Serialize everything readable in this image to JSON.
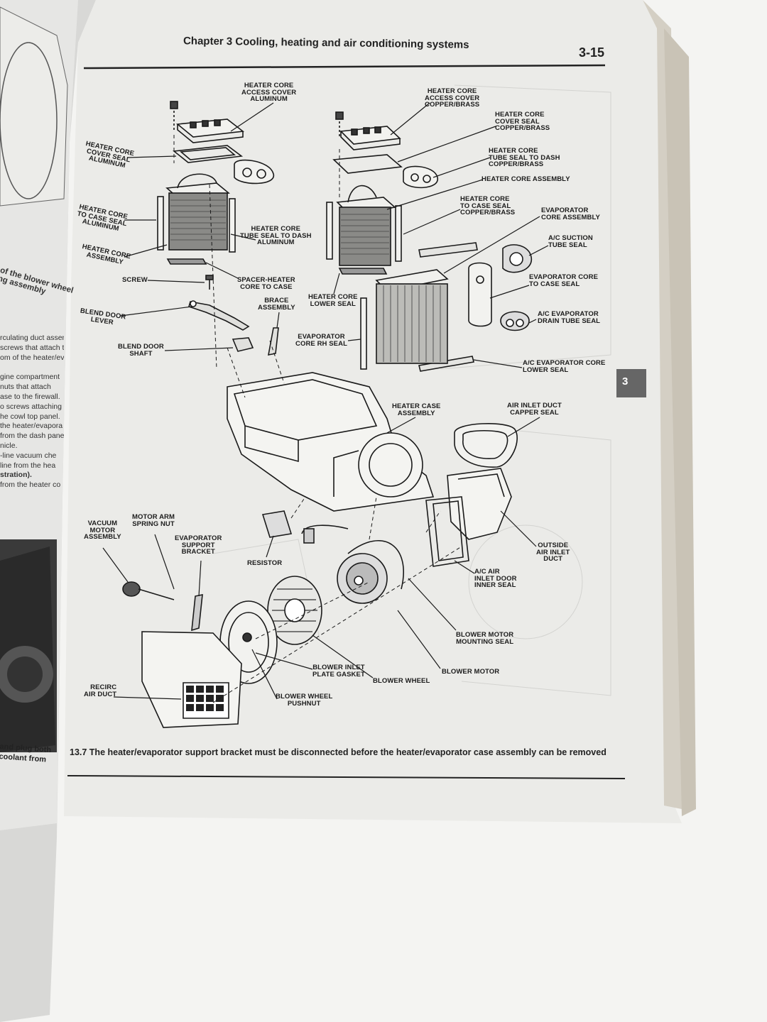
{
  "header": {
    "chapter": "Chapter 3   Cooling, heating and air conditioning systems",
    "page_number": "3-15"
  },
  "side_tab": "3",
  "caption": "13.7 The heater/evaporator support bracket must be disconnected before the heater/evaporator case assembly can be removed",
  "labels": {
    "hc_access_cover_al": [
      "HEATER CORE",
      "ACCESS COVER",
      "ALUMINUM"
    ],
    "hc_access_cover_cu": [
      "HEATER CORE",
      "ACCESS COVER",
      "COPPER/BRASS"
    ],
    "hc_cover_seal_cu": [
      "HEATER CORE",
      "COVER SEAL",
      "COPPER/BRASS"
    ],
    "hc_cover_seal_al": [
      "HEATER CORE",
      "COVER SEAL",
      "ALUMINUM"
    ],
    "hc_tube_seal_dash_cu": [
      "HEATER CORE",
      "TUBE SEAL TO DASH",
      "COPPER/BRASS"
    ],
    "hc_assembly_right": [
      "HEATER CORE ASSEMBLY"
    ],
    "hc_case_seal_cu": [
      "HEATER CORE",
      "TO CASE SEAL",
      "COPPER/BRASS"
    ],
    "evap_core_assembly": [
      "EVAPORATOR",
      "CORE ASSEMBLY"
    ],
    "hc_case_seal_al": [
      "HEATER CORE",
      "TO CASE SEAL",
      "ALUMINUM"
    ],
    "hc_tube_seal_dash_al": [
      "HEATER CORE",
      "TUBE SEAL TO DASH",
      "ALUMINUM"
    ],
    "ac_suction_tube_seal": [
      "A/C SUCTION",
      "TUBE SEAL"
    ],
    "hc_assembly_left": [
      "HEATER CORE",
      "ASSEMBLY"
    ],
    "screw": [
      "SCREW"
    ],
    "spacer_heater": [
      "SPACER-HEATER",
      "CORE TO CASE"
    ],
    "evap_core_case_seal": [
      "EVAPORATOR CORE",
      "TO CASE SEAL"
    ],
    "brace_assembly": [
      "BRACE",
      "ASSEMBLY"
    ],
    "hc_lower_seal": [
      "HEATER CORE",
      "LOWER SEAL"
    ],
    "blend_door_lever": [
      "BLEND DOOR",
      "LEVER"
    ],
    "ac_evap_drain": [
      "A/C EVAPORATOR",
      "DRAIN TUBE SEAL"
    ],
    "evap_core_rh_seal": [
      "EVAPORATOR",
      "CORE RH SEAL"
    ],
    "blend_door_shaft": [
      "BLEND DOOR",
      "SHAFT"
    ],
    "ac_evap_core_lower": [
      "A/C EVAPORATOR CORE",
      "LOWER SEAL"
    ],
    "heater_case_assembly": [
      "HEATER CASE",
      "ASSEMBLY"
    ],
    "air_inlet_duct_capper": [
      "AIR INLET DUCT",
      "CAPPER SEAL"
    ],
    "vacuum_motor": [
      "VACUUM",
      "MOTOR",
      "ASSEMBLY"
    ],
    "motor_arm_spring": [
      "MOTOR ARM",
      "SPRING NUT"
    ],
    "evap_support_bracket": [
      "EVAPORATOR",
      "SUPPORT",
      "BRACKET"
    ],
    "outside_air_inlet": [
      "OUTSIDE",
      "AIR INLET",
      "DUCT"
    ],
    "resistor": [
      "RESISTOR"
    ],
    "ac_air_inlet_door": [
      "A/C AIR",
      "INLET DOOR",
      "INNER SEAL"
    ],
    "blower_motor_mounting": [
      "BLOWER MOTOR",
      "MOUNTING SEAL"
    ],
    "blower_motor": [
      "BLOWER MOTOR"
    ],
    "blower_inlet_plate": [
      "BLOWER INLET",
      "PLATE GASKET"
    ],
    "blower_wheel": [
      "BLOWER WHEEL"
    ],
    "recirc_air_duct": [
      "RECIRC",
      "AIR DUCT"
    ],
    "blower_wheel_pushnut": [
      "BLOWER WHEEL",
      "PUSHNUT"
    ]
  },
  "left_page": {
    "heading": [
      "of the blower wheel",
      "ng assembly"
    ],
    "text": [
      "rculating duct assem",
      "screws that attach th",
      "om of the heater/eva",
      "gine compartment",
      "nuts that attach",
      "ase to the firewall.",
      "o screws attaching",
      "he cowl top panel.",
      "the heater/evapora",
      "from the dash panel",
      "nicle.",
      "-line vacuum che",
      "line from the hea",
      "stration).",
      "from the heater co"
    ],
    "bottom": [
      "and plug both",
      "coolant from"
    ]
  }
}
